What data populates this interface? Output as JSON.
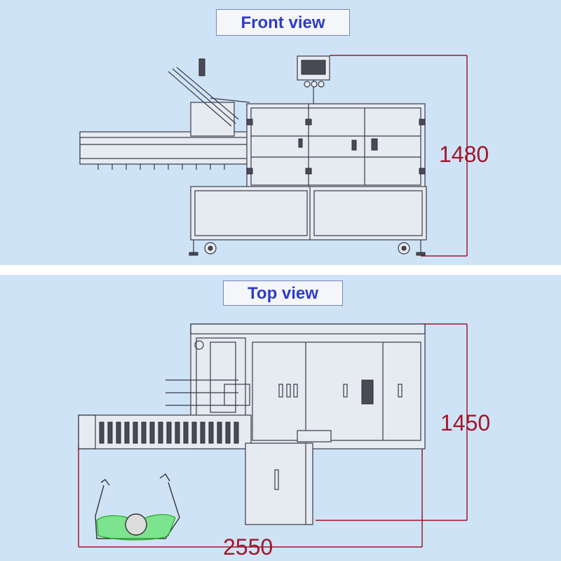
{
  "front_view": {
    "title": "Front view",
    "height_dimension": "1480"
  },
  "top_view": {
    "title": "Top view",
    "depth_dimension": "1450",
    "width_dimension": "2550"
  },
  "colors": {
    "background": "#cfe3f6",
    "title_text": "#2f3cc4",
    "dimension": "#a0182a",
    "operator_highlight": "#39e339"
  }
}
